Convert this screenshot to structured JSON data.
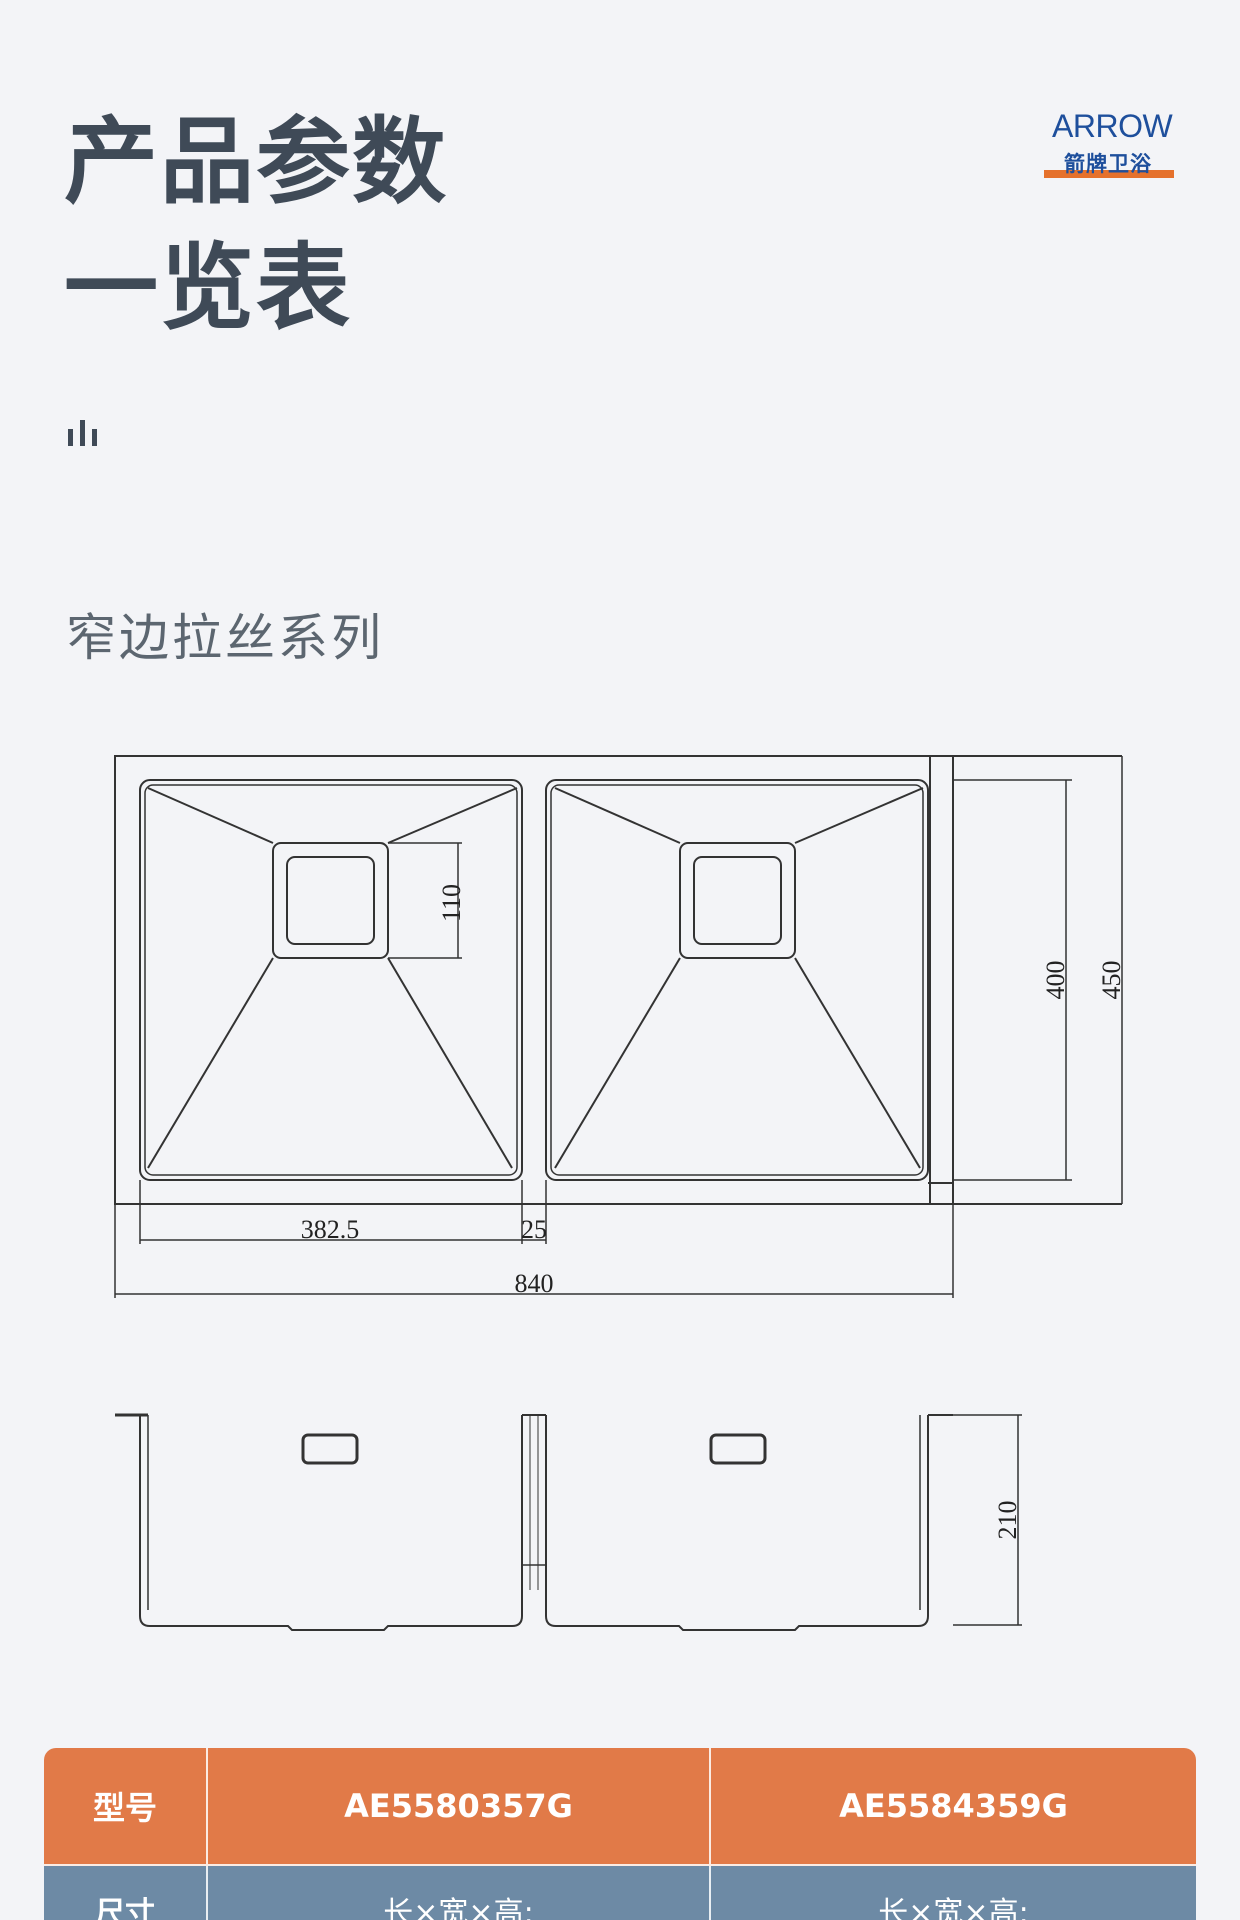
{
  "header": {
    "title_line1": "产品参数",
    "title_line2": "一览表",
    "subtitle": "窄边拉丝系列"
  },
  "logo": {
    "brand_en": "ARROW",
    "brand_cn": "箭牌卫浴",
    "text_color": "#1e4f9c",
    "accent_color": "#e5712c"
  },
  "icons": {
    "section_icon": "bar-chart-icon"
  },
  "top_view": {
    "dims": {
      "d110": "110",
      "d400": "400",
      "d450": "450",
      "d382": "382.5",
      "d25": "25",
      "d840": "840"
    }
  },
  "side_view": {
    "dims": {
      "d210": "210"
    }
  },
  "table": {
    "header": {
      "label": "型号",
      "model_a": "AE5580357G",
      "model_b": "AE5584359G"
    },
    "row2": {
      "label": "尺寸",
      "value_a": "长×宽×高:",
      "value_b": "长×宽×高:"
    },
    "colors": {
      "header_bg": "#e17a48",
      "row_bg": "#6d8aa5"
    }
  }
}
